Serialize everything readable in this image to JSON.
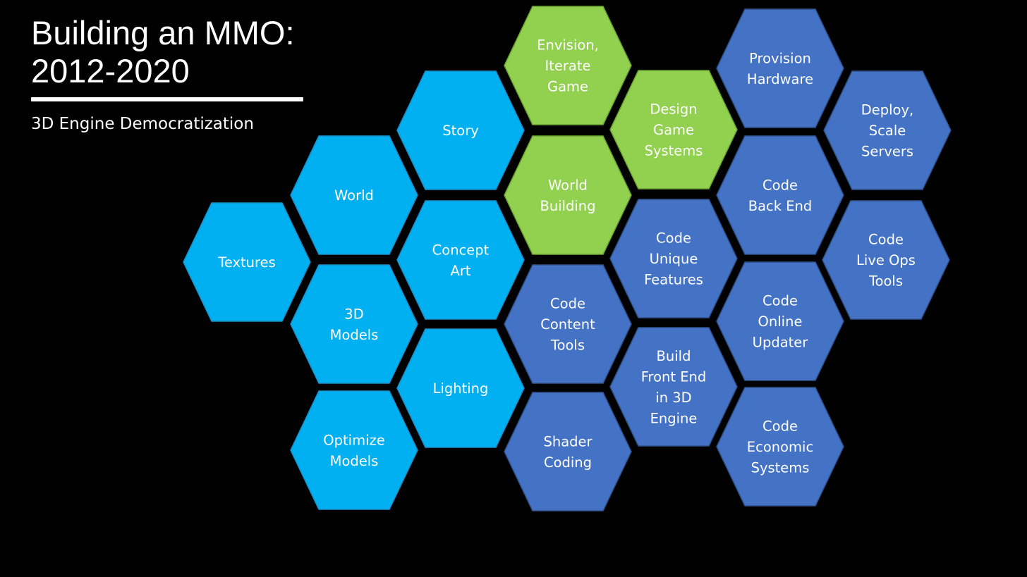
{
  "title": {
    "line1": "Building an MMO:",
    "line2": "2012-2020"
  },
  "subtitle": "3D Engine Democratization",
  "colors": {
    "background": "#000000",
    "art_hex": "#00b0f0",
    "design_hex": "#92d050",
    "code_hex": "#4472c4",
    "hex_border_art": "#1a8fcc",
    "hex_border_design": "#6aa531",
    "hex_border_code": "#2f528f",
    "text": "#ffffff"
  },
  "hexagons": [
    {
      "id": "textures",
      "group": "art",
      "lines": [
        "Textures"
      ]
    },
    {
      "id": "world",
      "group": "art",
      "lines": [
        "World"
      ]
    },
    {
      "id": "3d-models",
      "group": "art",
      "lines": [
        "3D",
        "Models"
      ]
    },
    {
      "id": "optimize-models",
      "group": "art",
      "lines": [
        "Optimize",
        "Models"
      ]
    },
    {
      "id": "story",
      "group": "art",
      "lines": [
        "Story"
      ]
    },
    {
      "id": "concept-art",
      "group": "art",
      "lines": [
        "Concept",
        "Art"
      ]
    },
    {
      "id": "lighting",
      "group": "art",
      "lines": [
        "Lighting"
      ]
    },
    {
      "id": "envision-iterate-game",
      "group": "design",
      "lines": [
        "Envision,",
        "Iterate",
        "Game"
      ]
    },
    {
      "id": "world-building",
      "group": "design",
      "lines": [
        "World",
        "Building"
      ]
    },
    {
      "id": "code-content-tools",
      "group": "code",
      "lines": [
        "Code",
        "Content",
        "Tools"
      ]
    },
    {
      "id": "shader-coding",
      "group": "code",
      "lines": [
        "Shader",
        "Coding"
      ]
    },
    {
      "id": "design-game-systems",
      "group": "design",
      "lines": [
        "Design",
        "Game",
        "Systems"
      ]
    },
    {
      "id": "code-unique-features",
      "group": "code",
      "lines": [
        "Code",
        "Unique",
        "Features"
      ]
    },
    {
      "id": "build-front-end",
      "group": "code",
      "lines": [
        "Build",
        "Front End",
        "in 3D",
        "Engine"
      ]
    },
    {
      "id": "provision-hardware",
      "group": "code",
      "lines": [
        "Provision",
        "Hardware"
      ]
    },
    {
      "id": "code-back-end",
      "group": "code",
      "lines": [
        "Code",
        "Back End"
      ]
    },
    {
      "id": "code-online-updater",
      "group": "code",
      "lines": [
        "Code",
        "Online",
        "Updater"
      ]
    },
    {
      "id": "code-economic-systems",
      "group": "code",
      "lines": [
        "Code",
        "Economic",
        "Systems"
      ]
    },
    {
      "id": "deploy-scale-servers",
      "group": "code",
      "lines": [
        "Deploy,",
        "Scale",
        "Servers"
      ]
    },
    {
      "id": "code-live-ops-tools",
      "group": "code",
      "lines": [
        "Code",
        "Live Ops",
        "Tools"
      ]
    }
  ]
}
